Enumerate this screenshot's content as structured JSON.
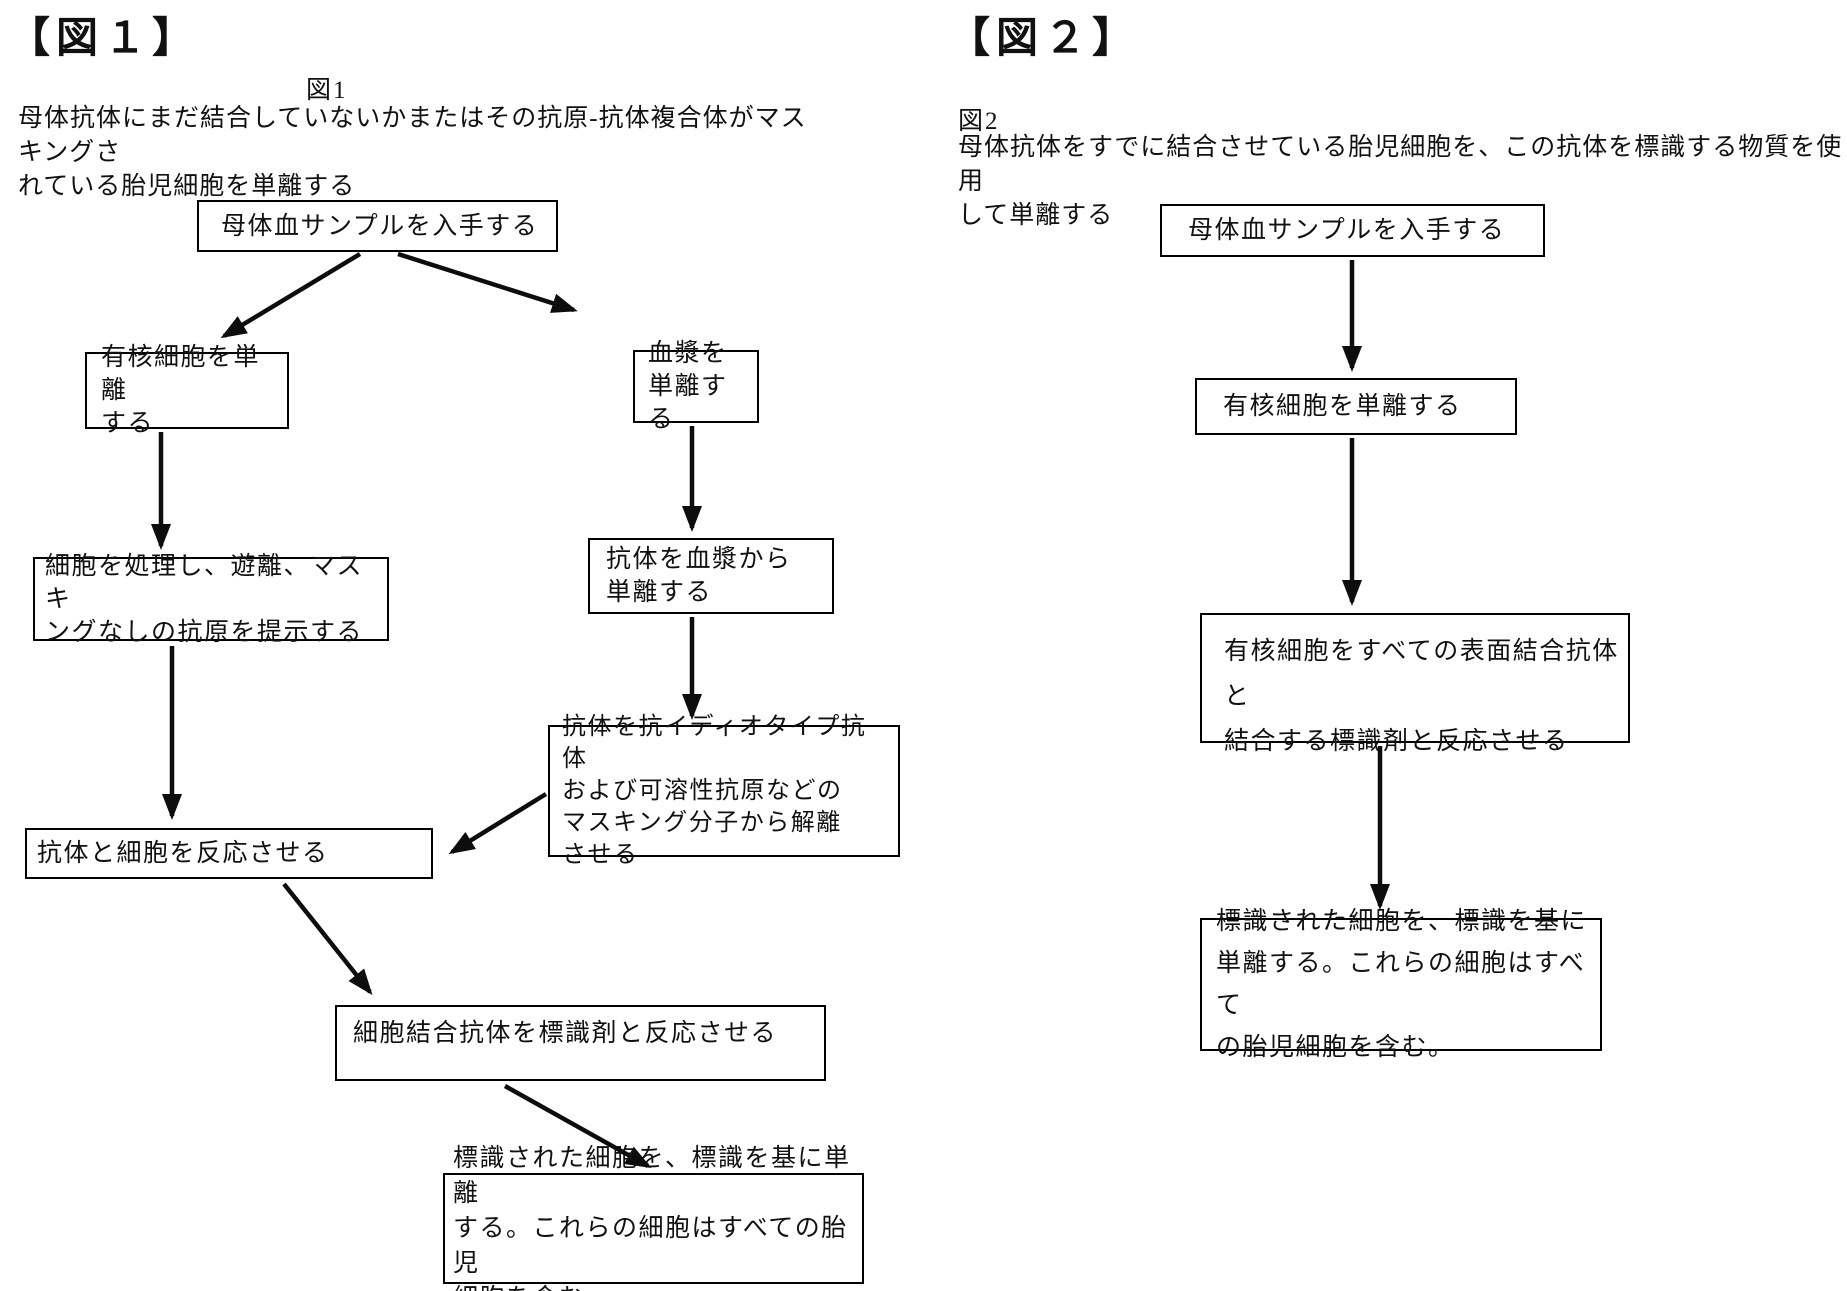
{
  "fig1": {
    "header": "【図１】",
    "caption": "図1",
    "description": "母体抗体にまだ結合していないかまたはその抗原-抗体複合体がマスキングさ\nれている胎児細胞を単離する",
    "boxes": {
      "box1": "母体血サンプルを入手する",
      "box2": "有核細胞を単離\nする",
      "box3": "血漿を\n単離する",
      "box4": "細胞を処理し、遊離、マスキ\nングなしの抗原を提示する",
      "box5": "抗体を血漿から\n単離する",
      "box6": "抗体を抗イディオタイプ抗体\nおよび可溶性抗原などの\nマスキング分子から解離\nさせる",
      "box7": "抗体と細胞を反応させる",
      "box8": "細胞結合抗体を標識剤と反応させる",
      "box9": "標識された細胞を、標識を基に単離\nする。これらの細胞はすべての胎児\n細胞を含む"
    },
    "edges": [
      {
        "from": "box1",
        "to": "box2"
      },
      {
        "from": "box1",
        "to": "box3"
      },
      {
        "from": "box2",
        "to": "box4"
      },
      {
        "from": "box3",
        "to": "box5"
      },
      {
        "from": "box4",
        "to": "box7"
      },
      {
        "from": "box5",
        "to": "box6"
      },
      {
        "from": "box6",
        "to": "box7"
      },
      {
        "from": "box7",
        "to": "box8"
      },
      {
        "from": "box8",
        "to": "box9"
      }
    ]
  },
  "fig2": {
    "header": "【図２】",
    "caption": "図2",
    "description": "母体抗体をすでに結合させている胎児細胞を、この抗体を標識する物質を使用\nして単離する",
    "boxes": {
      "box1": "母体血サンプルを入手する",
      "box2": "有核細胞を単離する",
      "box3": "有核細胞をすべての表面結合抗体と\n結合する標識剤と反応させる",
      "box4": "標識された細胞を、標識を基に\n単離する。これらの細胞はすべて\nの胎児細胞を含む。"
    },
    "edges": [
      {
        "from": "box1",
        "to": "box2"
      },
      {
        "from": "box2",
        "to": "box3"
      },
      {
        "from": "box3",
        "to": "box4"
      }
    ]
  },
  "colors": {
    "background": "#ffffff",
    "ink": "#111111"
  }
}
